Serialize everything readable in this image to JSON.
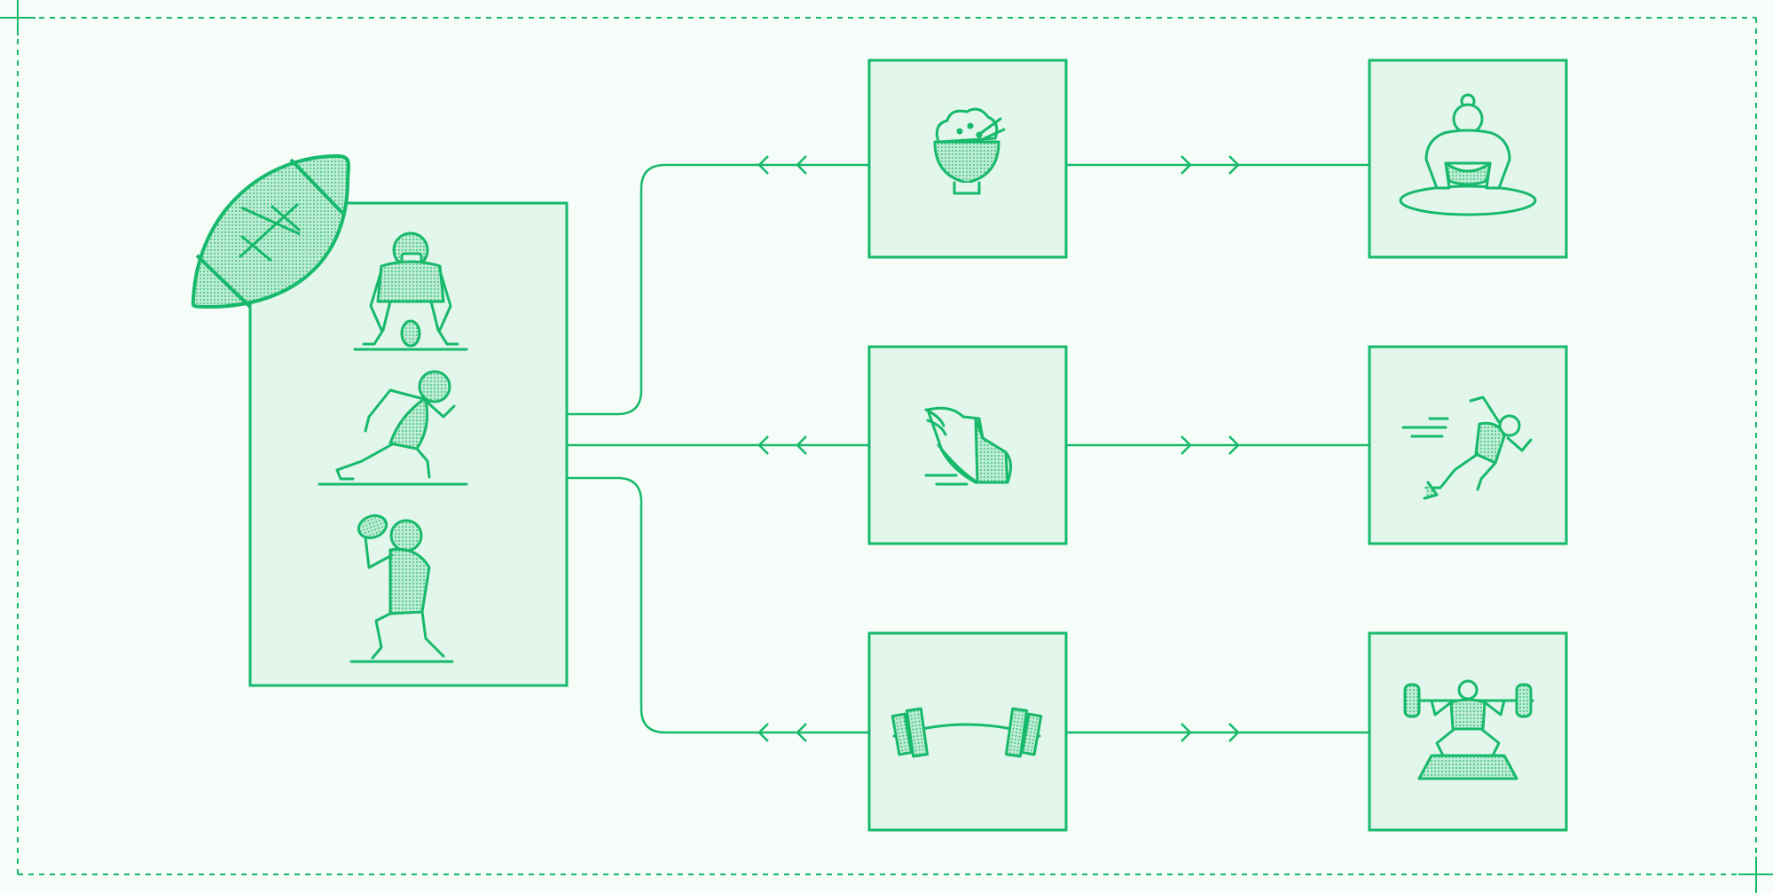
{
  "colors": {
    "background": "#f6fdf9",
    "stroke": "#17b96b",
    "fill": "#e2f6ec",
    "shade": "#a9e4c6"
  },
  "diagram": {
    "central_box": {
      "icons": [
        "football-icon",
        "football-snapper-icon",
        "football-runner-icon",
        "football-passer-icon"
      ]
    },
    "connections": [
      {
        "from": "box-middle-top",
        "to": "central-box",
        "arrows": "left"
      },
      {
        "from": "box-middle-middle",
        "to": "central-box",
        "arrows": "left"
      },
      {
        "from": "box-middle-bottom",
        "to": "central-box",
        "arrows": "left"
      },
      {
        "from": "box-middle-top",
        "to": "box-right-top",
        "arrows": "right"
      },
      {
        "from": "box-middle-middle",
        "to": "box-right-middle",
        "arrows": "right"
      },
      {
        "from": "box-middle-bottom",
        "to": "box-right-bottom",
        "arrows": "right"
      }
    ],
    "middle_boxes": [
      {
        "icon": "rice-bowl-icon"
      },
      {
        "icon": "winged-shoe-icon"
      },
      {
        "icon": "barbell-icon"
      }
    ],
    "right_boxes": [
      {
        "icon": "sumo-wrestler-icon"
      },
      {
        "icon": "sprinter-icon"
      },
      {
        "icon": "weightlifter-squat-icon"
      }
    ]
  }
}
